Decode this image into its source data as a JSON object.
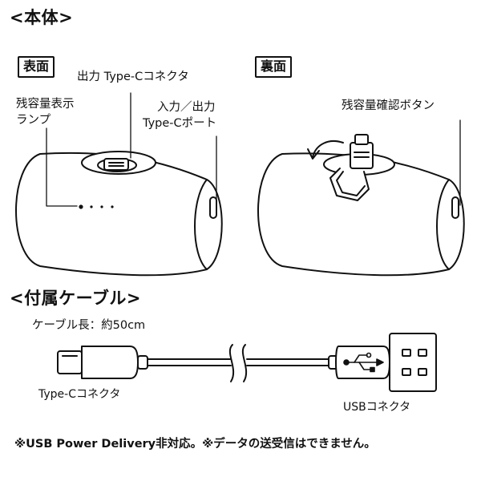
{
  "body_section": {
    "heading": "<本体>",
    "front": {
      "tag": "表面",
      "output_connector": "出力 Type-Cコネクタ",
      "indicator_line1": "残容量表示",
      "indicator_line2": "ランプ",
      "port_line1": "入力／出力",
      "port_line2": "Type-Cポート"
    },
    "back": {
      "tag": "裏面",
      "check_button": "残容量確認ボタン"
    }
  },
  "cable_section": {
    "heading": "<付属ケーブル>",
    "length": "ケーブル長：約50cm",
    "typec_label": "Type-Cコネクタ",
    "usb_label": "USBコネクタ"
  },
  "footnote": "※USB Power Delivery非対応。※データの送受信はできません。"
}
